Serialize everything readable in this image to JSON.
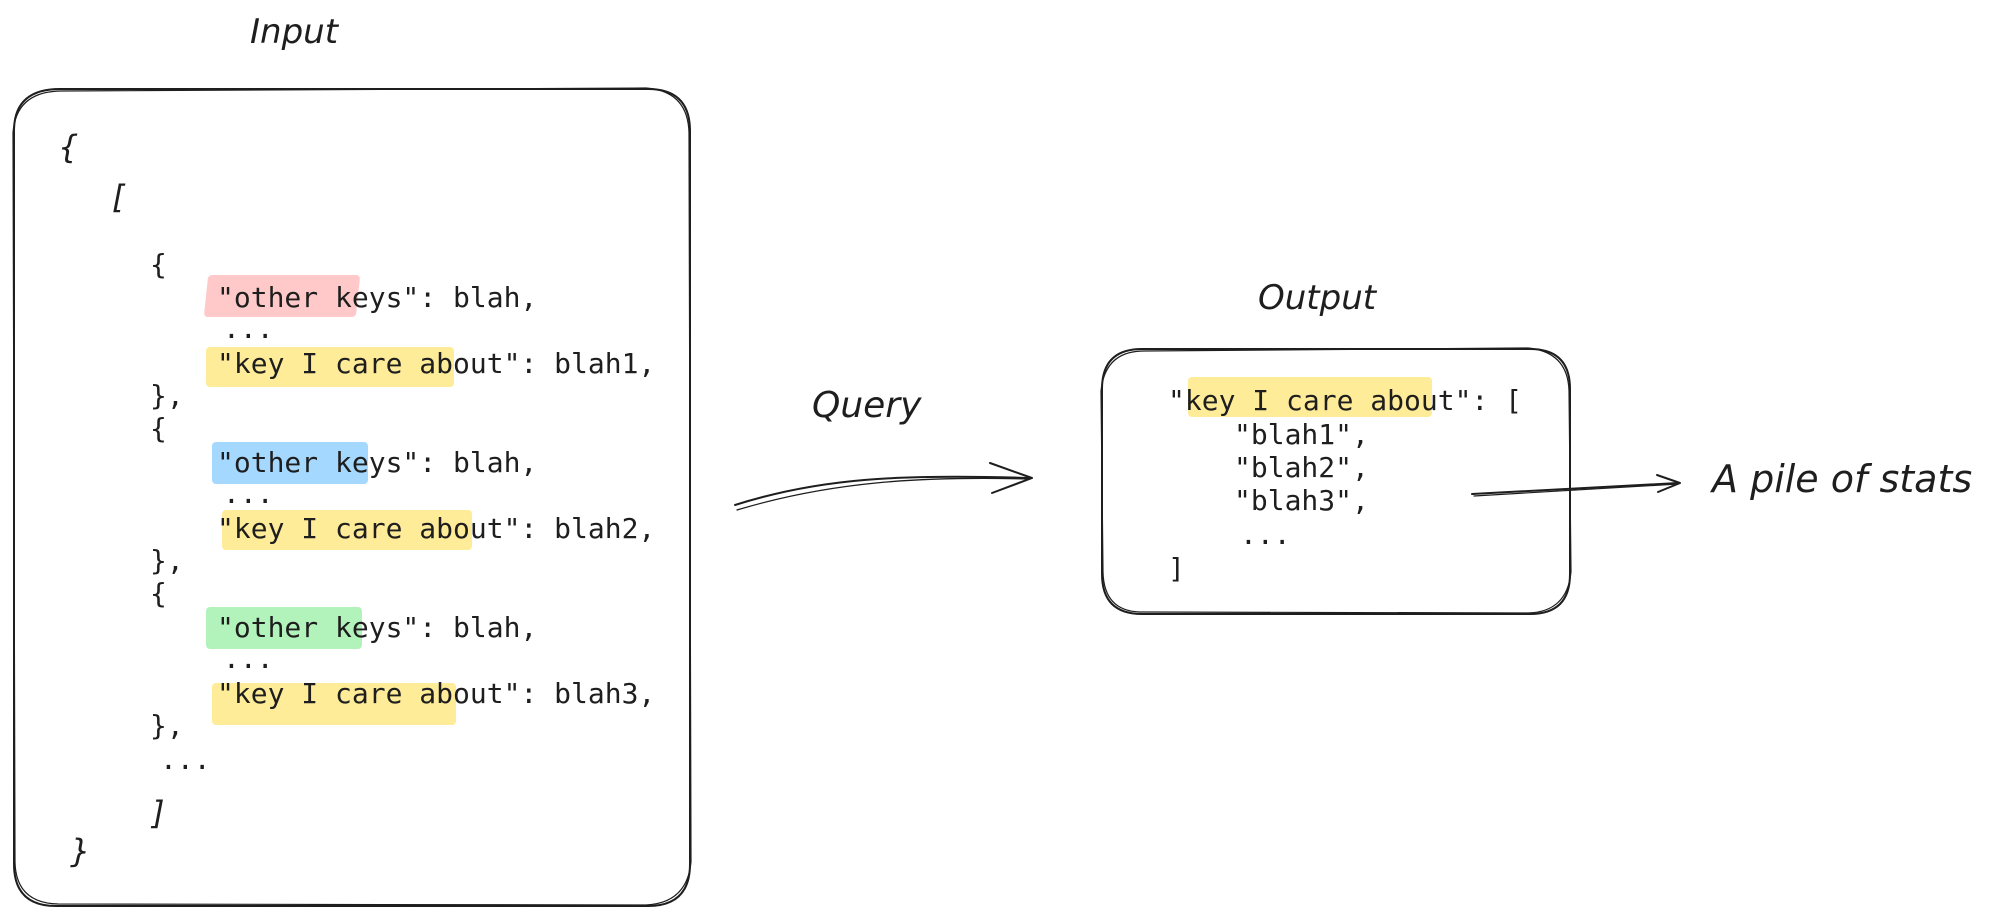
{
  "input_title": "Input",
  "output_title": "Output",
  "query_label": "Query",
  "stats_label": "A pile of stats",
  "colors": {
    "red_highlight": "#ffc9c9",
    "yellow_highlight": "#ffec99",
    "blue_highlight": "#a5d8ff",
    "green_highlight": "#b2f2bb"
  },
  "input_code": {
    "open_brace": "{",
    "open_bracket": "[",
    "obj_open_1": "{",
    "other_keys_1": "\"other keys\": blah,",
    "ellipsis_1": "...",
    "key_care_1": "\"key I care about\": blah1,",
    "obj_close_1": "},",
    "obj_open_2": "{",
    "other_keys_2": "\"other keys\": blah,",
    "ellipsis_2": "...",
    "key_care_2": "\"key I care about\": blah2,",
    "obj_close_2": "},",
    "obj_open_3": "{",
    "other_keys_3": "\"other keys\": blah,",
    "ellipsis_3": "...",
    "key_care_3": "\"key I care about\": blah3,",
    "obj_close_3": "},",
    "ellipsis_more": "...",
    "close_bracket": "]",
    "close_brace": "}"
  },
  "output_code": {
    "key_line": "\"key I care about\": [",
    "v1": "\"blah1\",",
    "v2": "\"blah2\",",
    "v3": "\"blah3\",",
    "ellipsis": "...",
    "close": "]"
  }
}
